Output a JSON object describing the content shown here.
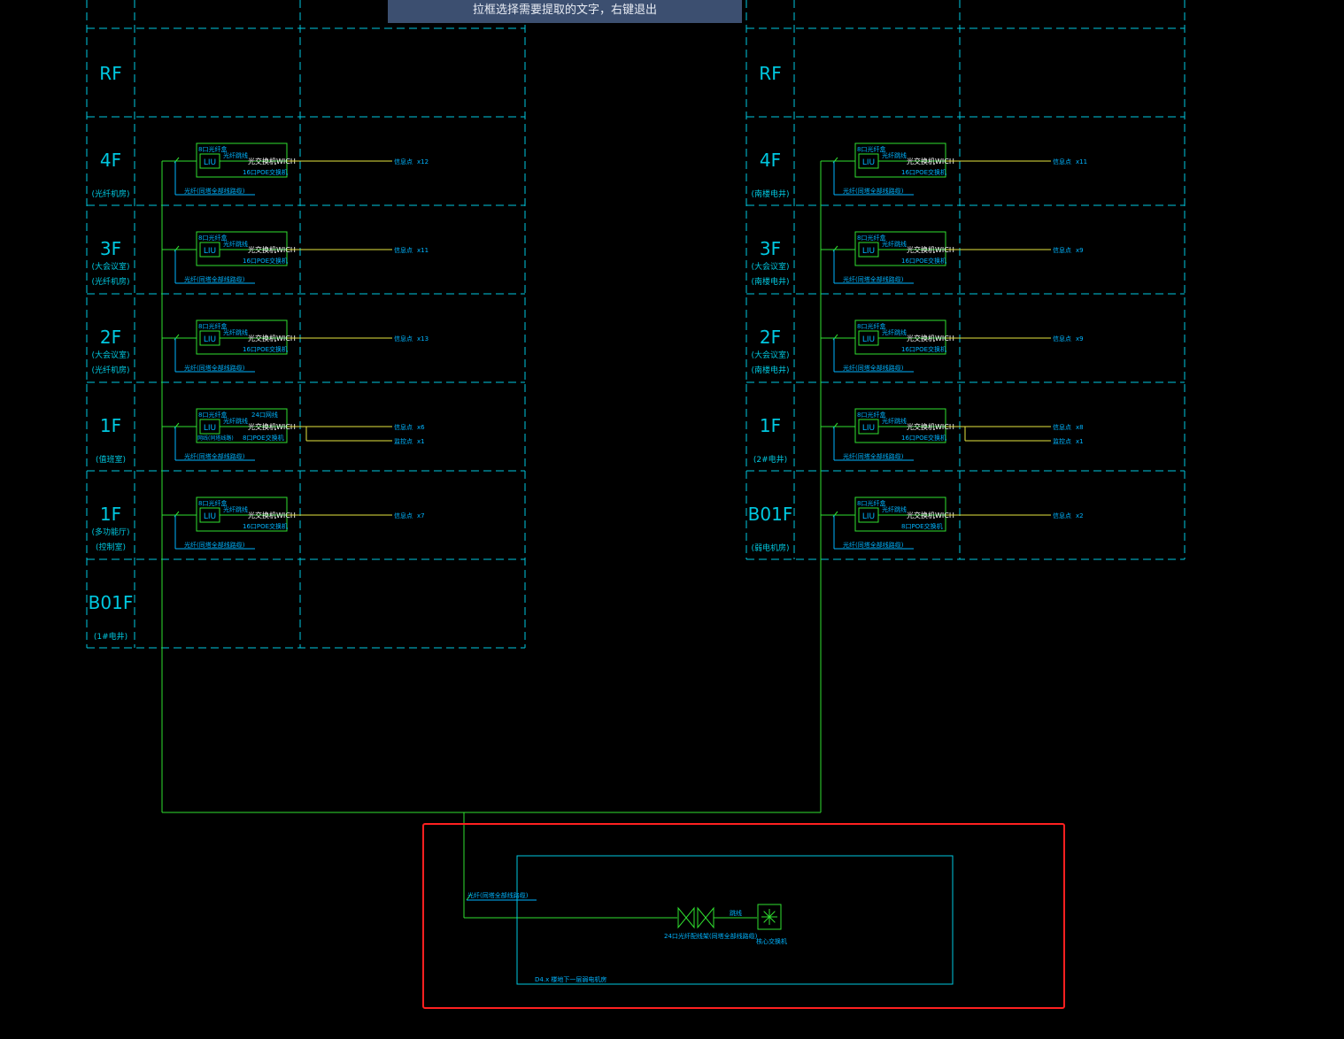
{
  "command_prompt": "拉框选择需要提取的文字，右键退出",
  "colors": {
    "background": "#000000",
    "frame": "#00c8e0",
    "wire": "#30e030",
    "cable": "#e6e640",
    "label": "#00b4ff",
    "selection": "#ff2020",
    "prompt_bg": "#3c4f70"
  },
  "panels": [
    {
      "floors": [
        {
          "level": "RF",
          "subs": [],
          "device": null
        },
        {
          "level": "4F",
          "subs": [
            "(光纤机房)"
          ],
          "device": {
            "top": "8口光纤盒",
            "fiber": "光纤跳线",
            "switch": "光交换机WICH",
            "poe": "16口POE交换机",
            "cable": "光纤(同塔全部线路缆)",
            "outputs": [
              {
                "name": "信息点",
                "count": "x12"
              }
            ]
          }
        },
        {
          "level": "3F",
          "subs": [
            "(大会议室)",
            "(光纤机房)"
          ],
          "device": {
            "top": "8口光纤盒",
            "fiber": "光纤跳线",
            "switch": "光交换机WICH",
            "poe": "16口POE交换机",
            "cable": "光纤(同塔全部线路缆)",
            "outputs": [
              {
                "name": "信息点",
                "count": "x11"
              }
            ]
          }
        },
        {
          "level": "2F",
          "subs": [
            "(大会议室)",
            "(光纤机房)"
          ],
          "device": {
            "top": "8口光纤盒",
            "fiber": "光纤跳线",
            "switch": "光交换机WICH",
            "poe": "16口POE交换机",
            "cable": "光纤(同塔全部线路缆)",
            "outputs": [
              {
                "name": "信息点",
                "count": "x13"
              }
            ]
          }
        },
        {
          "level": "1F",
          "subs": [
            "(值班室)"
          ],
          "device": {
            "top": "8口光纤盒",
            "fiber": "光纤跳线",
            "extra": "24口网线",
            "switch": "光交换机WICH",
            "poe": "8口POE交换机",
            "side": "网线(同塔线路)",
            "cable": "光纤(同塔全部线路缆)",
            "outputs": [
              {
                "name": "信息点",
                "count": "x6"
              },
              {
                "name": "监控点",
                "count": "x1"
              }
            ]
          }
        },
        {
          "level": "1F",
          "subs": [
            "(多功能厅)",
            "(控制室)"
          ],
          "device": {
            "top": "8口光纤盒",
            "fiber": "光纤跳线",
            "switch": "光交换机WICH",
            "poe": "16口POE交换机",
            "cable": "光纤(同塔全部线路缆)",
            "outputs": [
              {
                "name": "信息点",
                "count": "x7"
              }
            ]
          }
        },
        {
          "level": "B01F",
          "subs": [
            "(1#电井)"
          ],
          "device": null
        }
      ]
    },
    {
      "floors": [
        {
          "level": "RF",
          "subs": [],
          "device": null
        },
        {
          "level": "4F",
          "subs": [
            "(南楼电井)"
          ],
          "device": {
            "top": "8口光纤盒",
            "fiber": "光纤跳线",
            "switch": "光交换机WICH",
            "poe": "16口POE交换机",
            "cable": "光纤(同塔全部线路缆)",
            "outputs": [
              {
                "name": "信息点",
                "count": "x11"
              }
            ]
          }
        },
        {
          "level": "3F",
          "subs": [
            "(大会议室)",
            "(南楼电井)"
          ],
          "device": {
            "top": "8口光纤盒",
            "fiber": "光纤跳线",
            "switch": "光交换机WICH",
            "poe": "16口POE交换机",
            "cable": "光纤(同塔全部线路缆)",
            "outputs": [
              {
                "name": "信息点",
                "count": "x9"
              }
            ]
          }
        },
        {
          "level": "2F",
          "subs": [
            "(大会议室)",
            "(南楼电井)"
          ],
          "device": {
            "top": "8口光纤盒",
            "fiber": "光纤跳线",
            "switch": "光交换机WICH",
            "poe": "16口POE交换机",
            "cable": "光纤(同塔全部线路缆)",
            "outputs": [
              {
                "name": "信息点",
                "count": "x9"
              }
            ]
          }
        },
        {
          "level": "1F",
          "subs": [
            "(2#电井)"
          ],
          "device": {
            "top": "8口光纤盒",
            "fiber": "光纤跳线",
            "switch": "光交换机WICH",
            "poe": "16口POE交换机",
            "cable": "光纤(同塔全部线路缆)",
            "outputs": [
              {
                "name": "信息点",
                "count": "x8"
              },
              {
                "name": "监控点",
                "count": "x1"
              }
            ]
          }
        },
        {
          "level": "B01F",
          "subs": [
            "(弱电机房)"
          ],
          "device": {
            "top": "8口光纤盒",
            "fiber": "光纤跳线",
            "switch": "光交换机WICH",
            "poe": "8口POE交换机",
            "cable": "光纤(同塔全部线路缆)",
            "outputs": [
              {
                "name": "信息点",
                "count": "x2"
              }
            ]
          }
        }
      ]
    }
  ],
  "core": {
    "incoming": "光纤(同塔全部线路缆)",
    "odf": "24口光纤配线架(同塔全部线路缆)",
    "jumper": "跳线",
    "switch": "核心交换机",
    "room": "D4.x 楼地下一层弱电机房"
  }
}
